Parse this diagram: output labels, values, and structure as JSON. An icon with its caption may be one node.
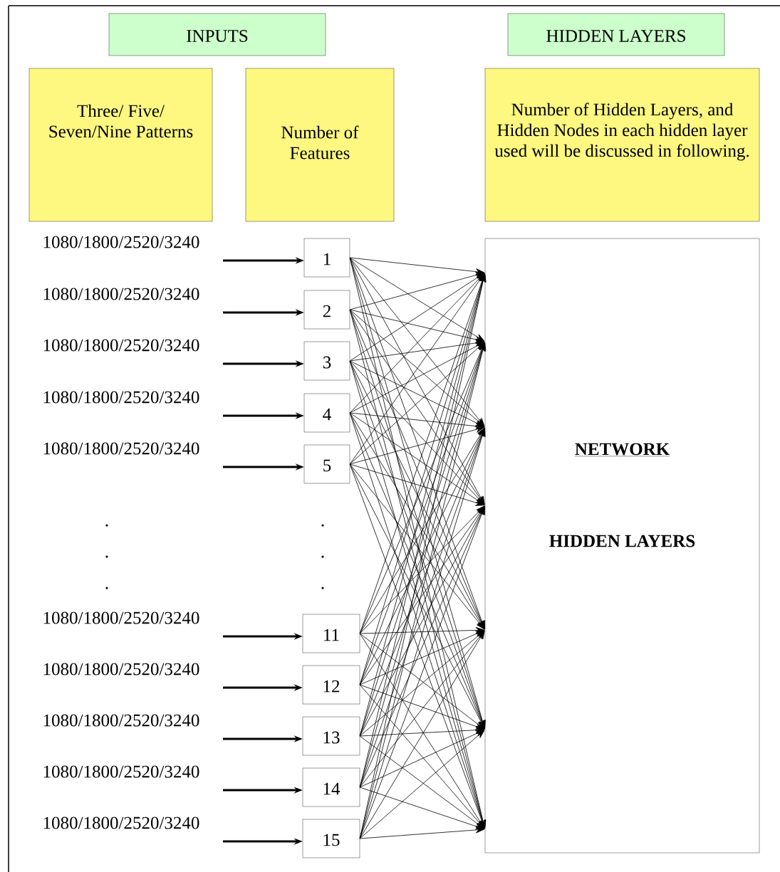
{
  "diagram": {
    "nodes": [
      {
        "text": [
          "INPUTS"
        ]
      },
      {
        "text": [
          "HIDDEN LAYERS"
        ]
      },
      {
        "text": [
          "Three/ Five/ Seven/Nine Patterns"
        ]
      },
      {
        "text": [
          "Number of Features"
        ]
      },
      {
        "text": [
          "Number of Hidden Layers, and Hidden Nodes in each hidden layer used will be discussed in following."
        ]
      },
      {
        "text": [
          "NETWORK",
          "HIDDEN LAYERS"
        ]
      },
      {
        "text": [
          "1"
        ]
      },
      {
        "text": [
          "2"
        ]
      },
      {
        "text": [
          "3"
        ]
      },
      {
        "text": [
          "4"
        ]
      },
      {
        "text": [
          "5"
        ]
      },
      {
        "text": [
          "11"
        ]
      },
      {
        "text": [
          "12"
        ]
      },
      {
        "text": [
          "13"
        ]
      },
      {
        "text": [
          "14"
        ]
      },
      {
        "text": [
          "15"
        ]
      }
    ],
    "edges": [
      {
        "from": null,
        "to": 6,
        "arrow": "to",
        "label": "1080/1800/2520/3240",
        "style": "thick"
      },
      {
        "from": null,
        "to": 7,
        "arrow": "to",
        "label": "1080/1800/2520/3240",
        "style": "thick"
      },
      {
        "from": null,
        "to": 8,
        "arrow": "to",
        "label": "1080/1800/2520/3240",
        "style": "thick"
      },
      {
        "from": null,
        "to": 9,
        "arrow": "to",
        "label": "1080/1800/2520/3240",
        "style": "thick"
      },
      {
        "from": null,
        "to": 10,
        "arrow": "to",
        "label": "1080/1800/2520/3240",
        "style": "thick"
      },
      {
        "from": null,
        "to": 11,
        "arrow": "to",
        "label": "1080/1800/2520/3240",
        "style": "thick"
      },
      {
        "from": null,
        "to": 12,
        "arrow": "to",
        "label": "1080/1800/2520/3240",
        "style": "thick"
      },
      {
        "from": null,
        "to": 13,
        "arrow": "to",
        "label": "1080/1800/2520/3240",
        "style": "thick"
      },
      {
        "from": null,
        "to": 14,
        "arrow": "to",
        "label": "1080/1800/2520/3240",
        "style": "thick"
      },
      {
        "from": null,
        "to": 15,
        "arrow": "to",
        "label": "1080/1800/2520/3240",
        "style": "thick"
      },
      {
        "from": 6,
        "to": 5,
        "arrow": "to"
      },
      {
        "from": 6,
        "to": 5,
        "arrow": "to"
      },
      {
        "from": 6,
        "to": 5,
        "arrow": "to"
      },
      {
        "from": 6,
        "to": 5,
        "arrow": "to"
      },
      {
        "from": 6,
        "to": 5,
        "arrow": "to"
      },
      {
        "from": 6,
        "to": 5,
        "arrow": "to"
      },
      {
        "from": 6,
        "to": 5,
        "arrow": "to"
      },
      {
        "from": 7,
        "to": 5,
        "arrow": "to"
      },
      {
        "from": 7,
        "to": 5,
        "arrow": "to"
      },
      {
        "from": 7,
        "to": 5,
        "arrow": "to"
      },
      {
        "from": 7,
        "to": 5,
        "arrow": "to"
      },
      {
        "from": 7,
        "to": 5,
        "arrow": "to"
      },
      {
        "from": 7,
        "to": 5,
        "arrow": "to"
      },
      {
        "from": 7,
        "to": 5,
        "arrow": "to"
      },
      {
        "from": 8,
        "to": 5,
        "arrow": "to"
      },
      {
        "from": 8,
        "to": 5,
        "arrow": "to"
      },
      {
        "from": 8,
        "to": 5,
        "arrow": "to"
      },
      {
        "from": 8,
        "to": 5,
        "arrow": "to"
      },
      {
        "from": 8,
        "to": 5,
        "arrow": "to"
      },
      {
        "from": 8,
        "to": 5,
        "arrow": "to"
      },
      {
        "from": 8,
        "to": 5,
        "arrow": "to"
      },
      {
        "from": 9,
        "to": 5,
        "arrow": "to"
      },
      {
        "from": 9,
        "to": 5,
        "arrow": "to"
      },
      {
        "from": 9,
        "to": 5,
        "arrow": "to"
      },
      {
        "from": 9,
        "to": 5,
        "arrow": "to"
      },
      {
        "from": 9,
        "to": 5,
        "arrow": "to"
      },
      {
        "from": 9,
        "to": 5,
        "arrow": "to"
      },
      {
        "from": 9,
        "to": 5,
        "arrow": "to"
      },
      {
        "from": 10,
        "to": 5,
        "arrow": "to"
      },
      {
        "from": 10,
        "to": 5,
        "arrow": "to"
      },
      {
        "from": 10,
        "to": 5,
        "arrow": "to"
      },
      {
        "from": 10,
        "to": 5,
        "arrow": "to"
      },
      {
        "from": 10,
        "to": 5,
        "arrow": "to"
      },
      {
        "from": 10,
        "to": 5,
        "arrow": "to"
      },
      {
        "from": 10,
        "to": 5,
        "arrow": "to"
      },
      {
        "from": 11,
        "to": 5,
        "arrow": "to"
      },
      {
        "from": 11,
        "to": 5,
        "arrow": "to"
      },
      {
        "from": 11,
        "to": 5,
        "arrow": "to"
      },
      {
        "from": 11,
        "to": 5,
        "arrow": "to"
      },
      {
        "from": 11,
        "to": 5,
        "arrow": "to"
      },
      {
        "from": 11,
        "to": 5,
        "arrow": "to"
      },
      {
        "from": 11,
        "to": 5,
        "arrow": "to"
      },
      {
        "from": 12,
        "to": 5,
        "arrow": "to"
      },
      {
        "from": 12,
        "to": 5,
        "arrow": "to"
      },
      {
        "from": 12,
        "to": 5,
        "arrow": "to"
      },
      {
        "from": 12,
        "to": 5,
        "arrow": "to"
      },
      {
        "from": 12,
        "to": 5,
        "arrow": "to"
      },
      {
        "from": 12,
        "to": 5,
        "arrow": "to"
      },
      {
        "from": 12,
        "to": 5,
        "arrow": "to"
      },
      {
        "from": 13,
        "to": 5,
        "arrow": "to"
      },
      {
        "from": 13,
        "to": 5,
        "arrow": "to"
      },
      {
        "from": 13,
        "to": 5,
        "arrow": "to"
      },
      {
        "from": 13,
        "to": 5,
        "arrow": "to"
      },
      {
        "from": 13,
        "to": 5,
        "arrow": "to"
      },
      {
        "from": 13,
        "to": 5,
        "arrow": "to"
      },
      {
        "from": 13,
        "to": 5,
        "arrow": "to"
      },
      {
        "from": 14,
        "to": 5,
        "arrow": "to"
      },
      {
        "from": 14,
        "to": 5,
        "arrow": "to"
      },
      {
        "from": 14,
        "to": 5,
        "arrow": "to"
      },
      {
        "from": 14,
        "to": 5,
        "arrow": "to"
      },
      {
        "from": 14,
        "to": 5,
        "arrow": "to"
      },
      {
        "from": 14,
        "to": 5,
        "arrow": "to"
      },
      {
        "from": 14,
        "to": 5,
        "arrow": "to"
      },
      {
        "from": 15,
        "to": 5,
        "arrow": "to"
      },
      {
        "from": 15,
        "to": 5,
        "arrow": "to"
      },
      {
        "from": 15,
        "to": 5,
        "arrow": "to"
      },
      {
        "from": 15,
        "to": 5,
        "arrow": "to"
      },
      {
        "from": 15,
        "to": 5,
        "arrow": "to"
      },
      {
        "from": 15,
        "to": 5,
        "arrow": "to"
      },
      {
        "from": 15,
        "to": 5,
        "arrow": "to"
      }
    ]
  }
}
